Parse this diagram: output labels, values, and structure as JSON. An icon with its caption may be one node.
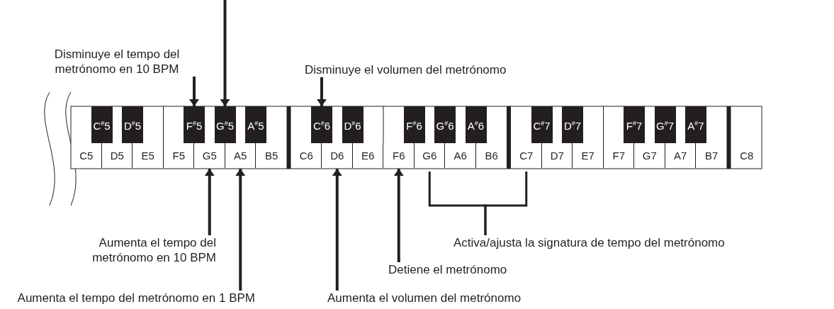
{
  "diagram": {
    "nodes": [
      {
        "text": [
          "Disminuye el tempo del metrónomo en 10 BPM"
        ]
      },
      {
        "text": [
          "Disminuye el volumen del metrónomo"
        ]
      },
      {
        "text": [
          "C$^{#}$5"
        ]
      },
      {
        "text": [
          "D$^{#}$5"
        ]
      },
      {
        "text": [
          "F$^{#}$5"
        ]
      },
      {
        "text": [
          "G$^{#}$5"
        ]
      },
      {
        "text": [
          "A$^{#}$5"
        ]
      },
      {
        "text": [
          "C$^{#}$6"
        ]
      },
      {
        "text": [
          "D$^{#}$6"
        ]
      },
      {
        "text": [
          "F$^{#}$6"
        ]
      },
      {
        "text": [
          "G$^{#}$6"
        ]
      },
      {
        "text": [
          "A$^{#}$6"
        ]
      },
      {
        "text": [
          "C$^{#}$7"
        ]
      },
      {
        "text": [
          "D$^{#}$7"
        ]
      },
      {
        "text": [
          "F$^{#}$7"
        ]
      },
      {
        "text": [
          "G$^{#}$7"
        ]
      },
      {
        "text": [
          "A$^{#}$7"
        ]
      },
      {
        "text": [
          "C5"
        ]
      },
      {
        "text": [
          "D5"
        ]
      },
      {
        "text": [
          "E5"
        ]
      },
      {
        "text": [
          "F5"
        ]
      },
      {
        "text": [
          "G5"
        ]
      },
      {
        "text": [
          "A5"
        ]
      },
      {
        "text": [
          "B5"
        ]
      },
      {
        "text": [
          "C6"
        ]
      },
      {
        "text": [
          "D6"
        ]
      },
      {
        "text": [
          "E6"
        ]
      },
      {
        "text": [
          "F6"
        ]
      },
      {
        "text": [
          "G6"
        ]
      },
      {
        "text": [
          "A6"
        ]
      },
      {
        "text": [
          "B6"
        ]
      },
      {
        "text": [
          "C7"
        ]
      },
      {
        "text": [
          "D7"
        ]
      },
      {
        "text": [
          "E7"
        ]
      },
      {
        "text": [
          "F7"
        ]
      },
      {
        "text": [
          "G7"
        ]
      },
      {
        "text": [
          "A7"
        ]
      },
      {
        "text": [
          "B7"
        ]
      },
      {
        "text": [
          "C8"
        ]
      },
      {
        "text": [
          "Aumenta el tempo del metrónomo en 10 BPM"
        ]
      },
      {
        "text": [
          "Activa/ajusta la signatura de tempo del metrónomo"
        ]
      },
      {
        "text": [
          "Detiene el metrónomo"
        ]
      },
      {
        "text": [
          "Aumenta el tempo del metrónomo en 1 BPM"
        ]
      },
      {
        "text": [
          "Aumenta el volumen del metrónomo"
        ]
      }
    ],
    "edges": [
      {
        "from": null,
        "to": 5,
        "arrow": "to"
      },
      {
        "from": 0,
        "to": 4,
        "arrow": "to"
      },
      {
        "from": 1,
        "to": 7,
        "arrow": "to"
      },
      {
        "from": 39,
        "to": 21,
        "arrow": "to"
      },
      {
        "from": 42,
        "to": 22,
        "arrow": "to"
      },
      {
        "from": 43,
        "to": 25,
        "arrow": "to"
      },
      {
        "from": 41,
        "to": 27,
        "arrow": "to"
      },
      {
        "from": 40,
        "to": 28,
        "arrow": "none"
      },
      {
        "from": 40,
        "to": 31,
        "arrow": "none"
      }
    ]
  }
}
